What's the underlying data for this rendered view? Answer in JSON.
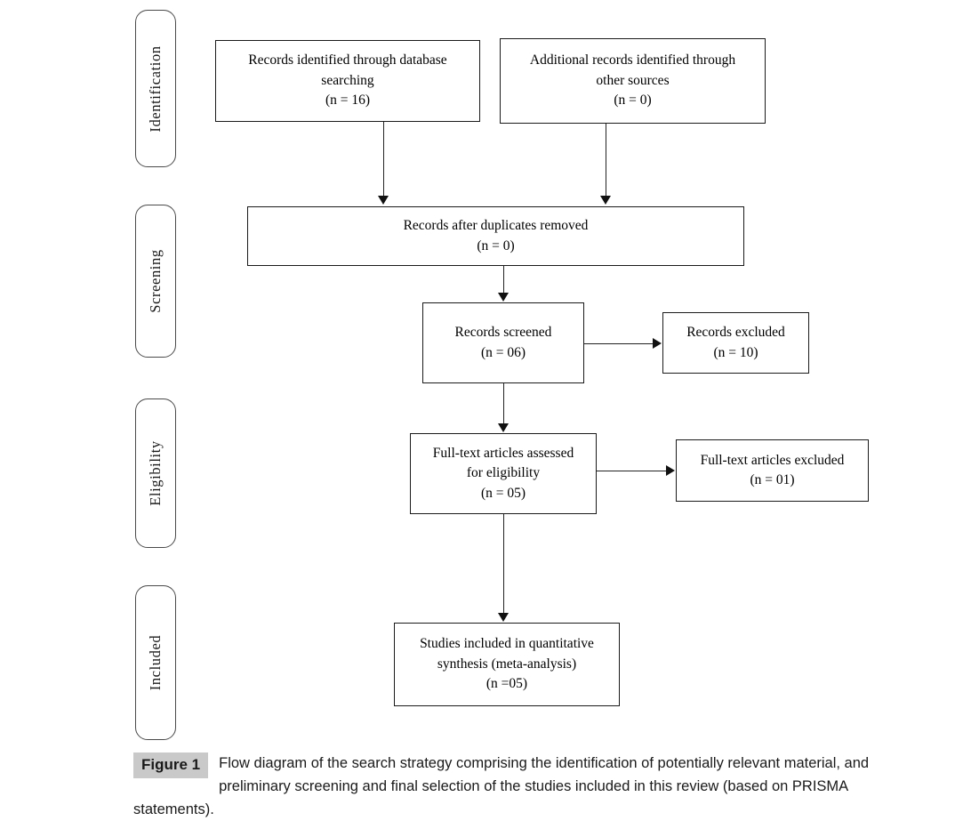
{
  "figure": {
    "badge_label": "Figure 1",
    "caption": "Flow diagram of the search strategy comprising the identification of potentially relevant material, and preliminary screening and final selection of the studies included in this review (based on PRISMA statements).",
    "badge_bg_color": "#c9c9c9",
    "line_color": "#222222",
    "box_border_color": "#1a1a1a",
    "pill_border_color": "#4a4a4a",
    "background_color": "#ffffff"
  },
  "stages": [
    {
      "label": "Identification"
    },
    {
      "label": "Screening"
    },
    {
      "label": "Eligibility"
    },
    {
      "label": "Included"
    }
  ],
  "nodes": {
    "database_records": {
      "line1": "Records identified through database",
      "line2": "searching",
      "count": "(n = 16)"
    },
    "additional_records": {
      "line1": "Additional records identified through",
      "line2": "other sources",
      "count": "(n = 0)"
    },
    "duplicates_removed": {
      "line1": "Records after duplicates removed",
      "count": "(n = 0)"
    },
    "records_screened": {
      "line1": "Records screened",
      "count": "(n = 06)"
    },
    "records_excluded": {
      "line1": "Records excluded",
      "count": "(n = 10)"
    },
    "fulltext_assessed": {
      "line1": "Full-text articles assessed",
      "line2": "for eligibility",
      "count": "(n = 05)"
    },
    "fulltext_excluded": {
      "line1": "Full-text articles excluded",
      "count": "(n = 01)"
    },
    "studies_included": {
      "line1": "Studies included in quantitative",
      "line2": "synthesis (meta-analysis)",
      "count": "(n =05)"
    }
  }
}
